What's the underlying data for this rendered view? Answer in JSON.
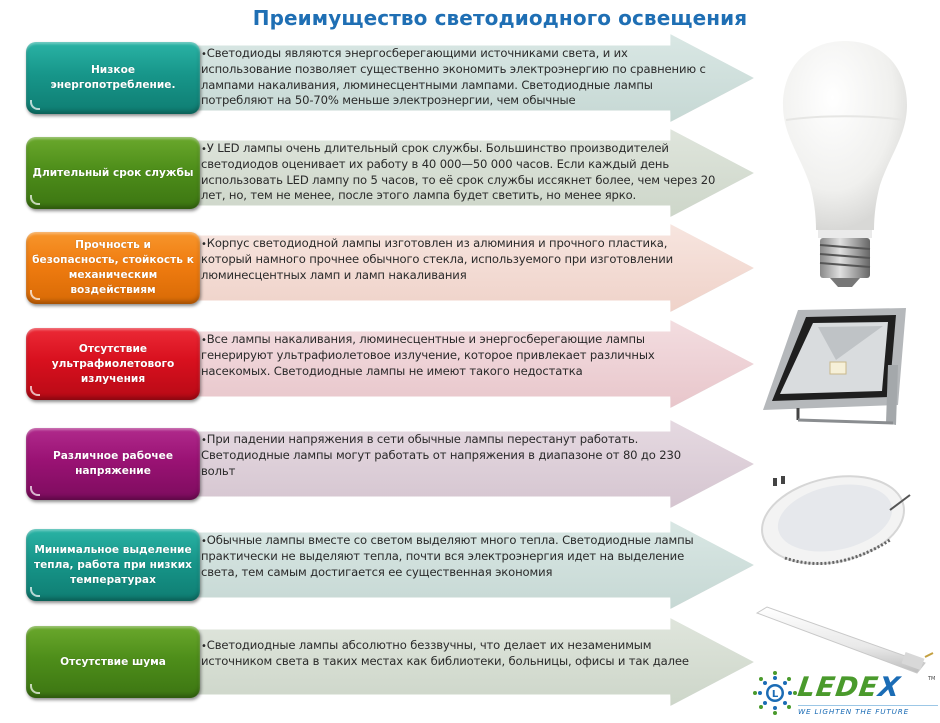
{
  "title": "Преимущество светодиодного освещения",
  "colors": {
    "title": "#1f6fb4",
    "teal": "#17968a",
    "green": "#4e8e1a",
    "orange": "#f07c10",
    "red": "#d8101e",
    "purple": "#9a1274",
    "arrow_teal": "#cfdfdc",
    "arrow_green": "#d5ddd2",
    "arrow_orange": "#f3ddd6",
    "arrow_red": "#efd3d7",
    "arrow_purple": "#ddd0d9"
  },
  "advantages": [
    {
      "label": "Низкое энергопотребление.",
      "bullet": "•",
      "text": "Светодиоды являются энергосберегающими источниками света, и их использование позволяет существенно экономить электроэнергию по сравнению с лампами накаливания, люминесцентными лампами. Светодиодные лампы потребляют на 50-70% меньше электроэнергии, чем обычные"
    },
    {
      "label": "Длительный срок службы",
      "bullet": "•",
      "text": "У LED лампы очень длительный срок службы. Большинство производителей светодиодов оценивает их работу в 40 000—50 000 часов. Если каждый день использовать LED лампу по 5 часов, то её срок службы иссякнет более, чем через 20 лет, но, тем не менее, после этого лампа будет светить, но менее ярко."
    },
    {
      "label": "Прочность и безопасность, стойкость к механическим воздействиям",
      "bullet": "•",
      "text": "Корпус светодиодной лампы изготовлен из алюминия и прочного пластика, который намного прочнее обычного стекла, используемого при изготовлении люминесцентных ламп и ламп накаливания"
    },
    {
      "label": "Отсутствие ультрафиолетового излучения",
      "bullet": "•",
      "text": "Все лампы накаливания, люминесцентные и энергосберегающие лампы генерируют ультрафиолетовое излучение, которое привлекает различных насекомых. Светодиодные лампы не имеют такого недостатка"
    },
    {
      "label": "Различное рабочее напряжение",
      "bullet": "•",
      "text": "При падении напряжения в сети обычные лампы перестанут работать. Светодиодные лампы могут работать от напряжения в диапазоне от 80 до 230 вольт"
    },
    {
      "label": "Минимальное выделение тепла, работа при низких температурах",
      "bullet": "•",
      "text": "Обычные лампы вместе со светом выделяют много тепла. Светодиодные лампы практически не выделяют тепла, почти вся электроэнергия идет на выделение света, тем самым достигается ее существенная экономия"
    },
    {
      "label": "Отсутствие шума",
      "bullet": "•",
      "text": "Светодиодные лампы абсолютно беззвучны, что делает их незаменимым источником света в таких местах как библиотеки, больницы, офисы и так далее"
    }
  ],
  "products": [
    "led-bulb",
    "led-floodlight",
    "led-panel",
    "led-tube"
  ],
  "logo": {
    "name_main": "LEDE",
    "name_accent": "X",
    "tm": "TM",
    "tagline": "WE LIGHTEN THE FUTURE",
    "emblem_letter": "L"
  }
}
